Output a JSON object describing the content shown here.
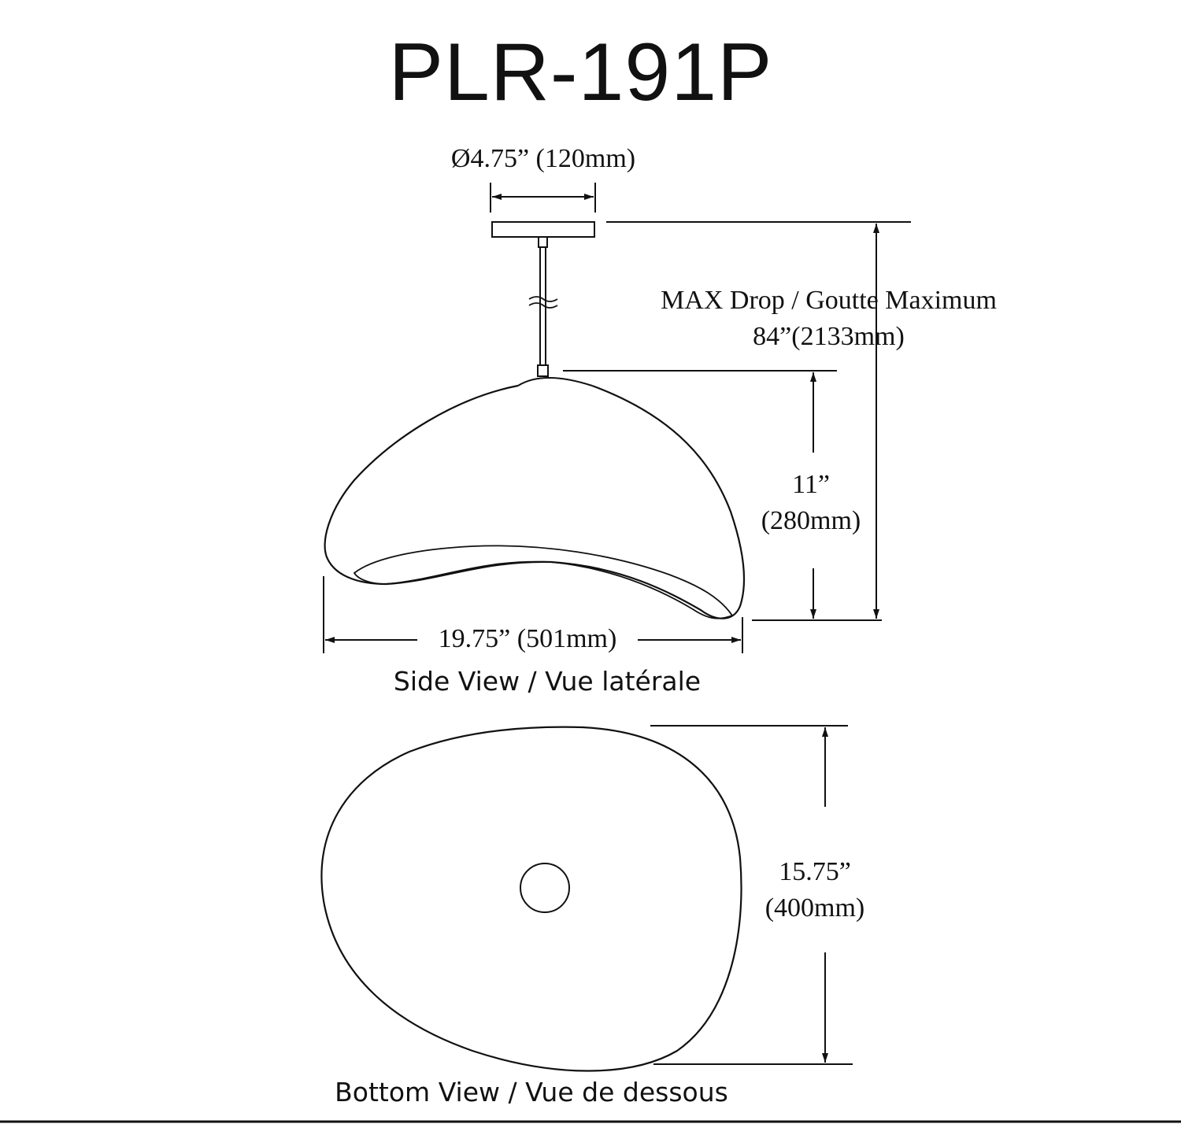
{
  "title": "PLR-191P",
  "canopy_diameter": "Ø4.75” (120mm)",
  "max_drop": {
    "line1": "MAX Drop / Goutte Maximum",
    "line2": "84”(2133mm)"
  },
  "shade_height": {
    "line1": "11”",
    "line2": "(280mm)"
  },
  "shade_width": "19.75” (501mm)",
  "side_view_caption": "Side View / Vue latérale",
  "shade_depth": {
    "line1": "15.75”",
    "line2": "(400mm)"
  },
  "bottom_view_caption": "Bottom View / Vue de dessous"
}
